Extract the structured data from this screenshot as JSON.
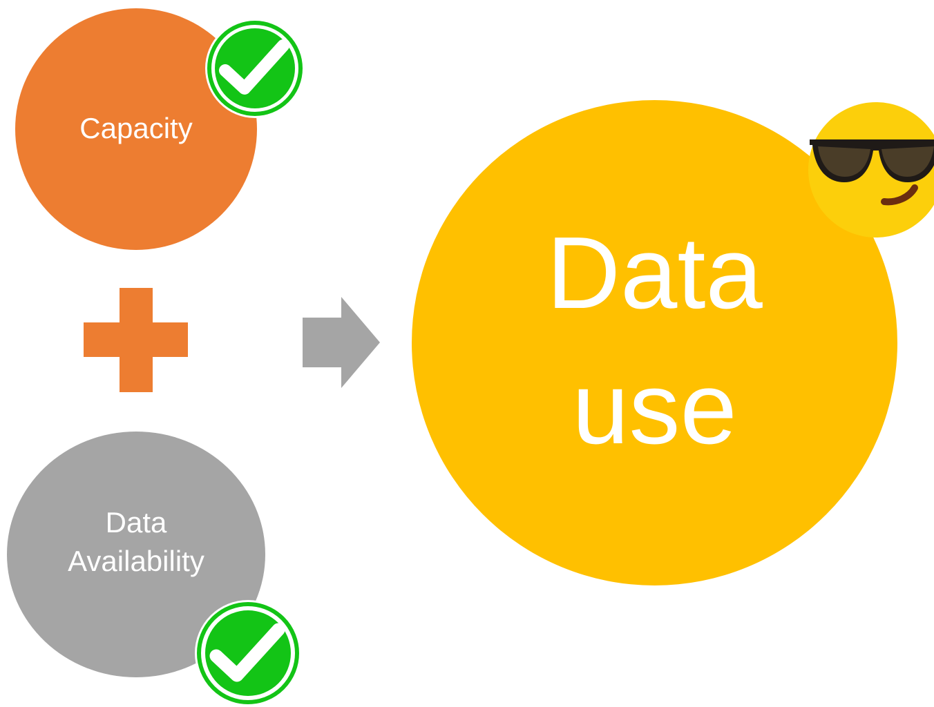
{
  "nodes": {
    "capacity": {
      "label": "Capacity",
      "color": "#ED7D31"
    },
    "availability": {
      "line1": "Data",
      "line2": "Availability",
      "color": "#A5A5A5"
    },
    "data_use": {
      "line1": "Data",
      "line2": "use",
      "color": "#FFC000"
    }
  },
  "connectors": {
    "plus": {
      "icon": "plus-icon",
      "color": "#ED7D31"
    },
    "arrow": {
      "icon": "arrow-right-icon",
      "color": "#A5A5A5"
    }
  },
  "badges": {
    "capacity_check": {
      "icon": "checkmark-icon",
      "color": "#13C416"
    },
    "availability_check": {
      "icon": "checkmark-icon",
      "color": "#13C416"
    },
    "data_use_emoji": {
      "icon": "sunglasses-smiley-icon",
      "color": "#FCCF0B"
    }
  }
}
